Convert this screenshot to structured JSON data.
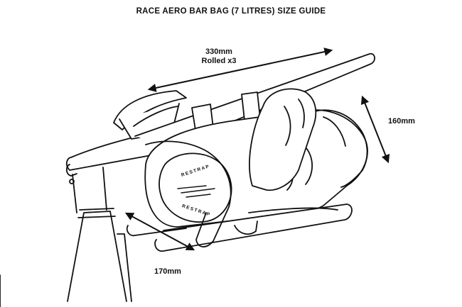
{
  "title": "RACE AERO BAR BAG (7 LITRES) SIZE GUIDE",
  "dimensions": {
    "length": {
      "value": "330mm",
      "note": "Rolled x3"
    },
    "height": {
      "value": "160mm"
    },
    "depth": {
      "value": "170mm"
    }
  },
  "brand": {
    "top": "RESTRAP",
    "bottom": "RESTRAP"
  },
  "colors": {
    "line": "#111111",
    "background": "#ffffff"
  }
}
